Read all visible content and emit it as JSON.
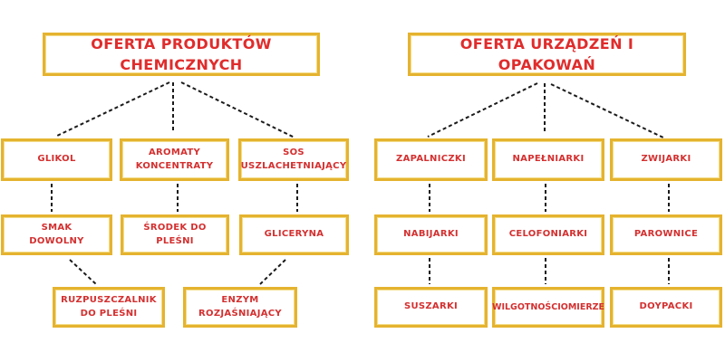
{
  "diagram": {
    "left": {
      "title": "OFERTA PRODUKTÓW CHEMICZNYCH",
      "nodes": [
        "GLIKOL",
        "AROMATY\nKONCENTRATY",
        "SOS\nUSZLACHETNIAJĄCY",
        "SMAK\nDOWOLNY",
        "ŚRODEK DO\nPLEŚNI",
        "GLICERYNA",
        "RUZPUSZCZALNIK\nDO PLEŚNI",
        "ENZYM\nROZJAŚNIAJĄCY"
      ]
    },
    "right": {
      "title": "OFERTA URZĄDZEŃ I OPAKOWAŃ",
      "nodes": [
        "ZAPALNICZKI",
        "NAPEŁNIARKI",
        "ZWIJARKI",
        "NABIJARKI",
        "CELOFONIARKI",
        "PAROWNICE",
        "SUSZARKI",
        "WILGOTNOŚCIOMIERZE",
        "DOYPACKI"
      ]
    },
    "colors": {
      "box_border": "#e5b32f",
      "box_border_light": "#f3dc8a",
      "label_text": "#d43030",
      "title_text": "#e02c2c",
      "connector": "#1a1a1a",
      "background": "#ffffff"
    }
  }
}
